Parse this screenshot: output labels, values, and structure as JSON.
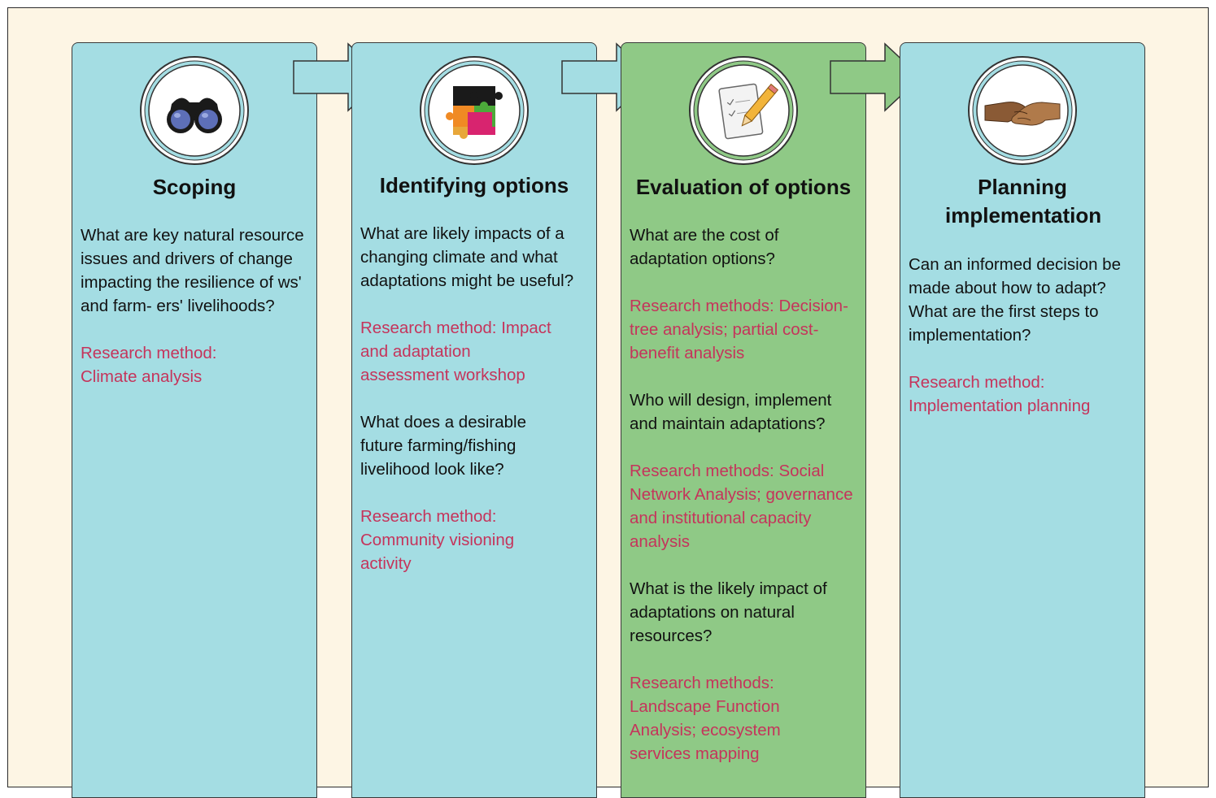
{
  "stages": [
    {
      "title": "Scoping",
      "icon": "binoculars-icon",
      "paragraphs": [
        {
          "kind": "question",
          "text": "What are key natural resource issues and drivers of change impacting the resilience of ws' and farm- ers' livelihoods?"
        },
        {
          "kind": "method",
          "text": "Research method: Climate analysis"
        }
      ]
    },
    {
      "title": "Identifying options",
      "icon": "puzzle-icon",
      "paragraphs": [
        {
          "kind": "question",
          "text": "What are likely impacts of a changing climate and what adaptations might be useful?"
        },
        {
          "kind": "method",
          "text": "Research method: Impact and adaptation assessment workshop"
        },
        {
          "kind": "question",
          "text": "What does a desirable future farming/fishing livelihood look like?"
        },
        {
          "kind": "method",
          "text": "Research method: Community visioning activity"
        }
      ]
    },
    {
      "title": "Evaluation of options",
      "icon": "checklist-pencil-icon",
      "paragraphs": [
        {
          "kind": "question",
          "text": "What are the cost of adaptation options?"
        },
        {
          "kind": "method",
          "text": "Research methods: Decision-tree analysis; partial cost-benefit analysis"
        },
        {
          "kind": "question",
          "text": "Who will design, implement and maintain adaptations?"
        },
        {
          "kind": "method",
          "text": "Research methods: Social Network Analysis; governance and institutional capacity analysis"
        },
        {
          "kind": "question",
          "text": "What is the likely impact of adaptations on natural resources?"
        },
        {
          "kind": "method",
          "text": "Research methods: Landscape Function Analysis; ecosystem services mapping"
        }
      ]
    },
    {
      "title": "Planning implementation",
      "icon": "handshake-icon",
      "paragraphs": [
        {
          "kind": "question",
          "text": "Can an informed decision be made about how to adapt? What are the first steps to implementation?"
        },
        {
          "kind": "method",
          "text": "Research method: Implementation planning"
        }
      ]
    }
  ],
  "colors": {
    "background": "#fdf5e4",
    "panel_blue": "#a4dde3",
    "panel_green": "#8fc986",
    "method_text": "#c5345b"
  }
}
